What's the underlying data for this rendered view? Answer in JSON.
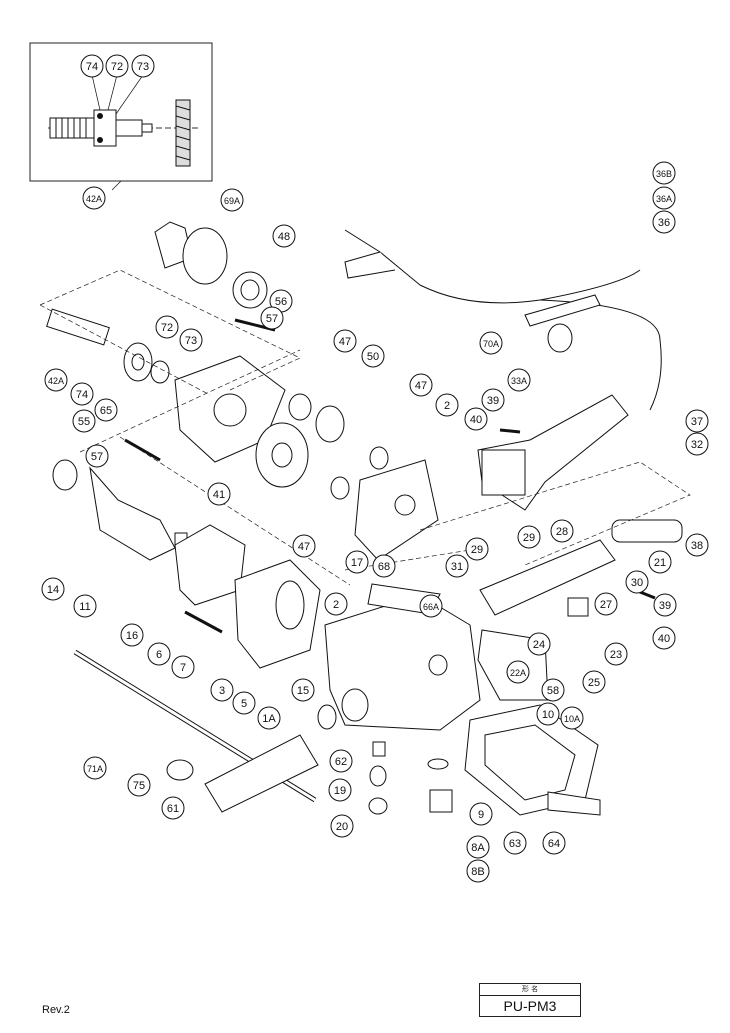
{
  "diagram": {
    "inset_callout": "42A",
    "inset_parts": [
      "74",
      "72",
      "73"
    ],
    "part_labels": [
      "69A",
      "48",
      "56",
      "57",
      "72",
      "73",
      "42A",
      "74",
      "55",
      "65",
      "57",
      "14",
      "11",
      "41",
      "47",
      "50",
      "47",
      "2",
      "39",
      "40",
      "33A",
      "36B",
      "36A",
      "36",
      "70A",
      "37",
      "32",
      "47",
      "17",
      "28",
      "38",
      "29",
      "21",
      "29",
      "31",
      "30",
      "27",
      "39",
      "40",
      "16",
      "68",
      "66A",
      "2",
      "6",
      "7",
      "3",
      "5",
      "15",
      "1A",
      "24",
      "22A",
      "23",
      "25",
      "58",
      "10",
      "10A",
      "62",
      "19",
      "20",
      "9",
      "8A",
      "8B",
      "63",
      "64",
      "71A",
      "75",
      "61"
    ]
  },
  "footer": {
    "revision": "Rev.2",
    "model_header": "形 名",
    "model_name": "PU-PM3"
  }
}
